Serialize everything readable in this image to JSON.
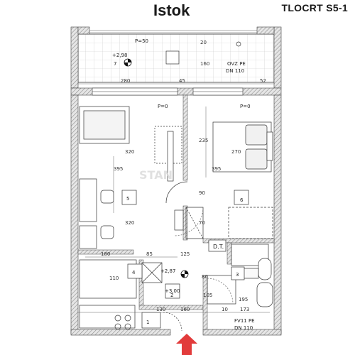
{
  "header": {
    "title": "Istok",
    "code": "TLOCRT S5-1"
  },
  "watermark": "STAN",
  "labels": {
    "balcony_area": "P=50",
    "living_area": "P=0",
    "bedroom_area": "P=0",
    "level_main": "+2,87",
    "level_terrace": "+2,98",
    "level_lower": "+3,00",
    "dt": "D.T.",
    "dn110_top": "DN 110",
    "ovz_pe": "OVZ PE",
    "fv_pe": "FV11 PE",
    "dn110_bottom": "DN 110",
    "r1": "1",
    "r2": "2",
    "r3": "3",
    "r4": "4",
    "r5": "5",
    "r6": "6",
    "r7": "7"
  },
  "dims": {
    "d280": "280",
    "d45": "45",
    "d160": "160",
    "d160b": "160",
    "d235": "235",
    "d270": "270",
    "d395": "395",
    "d395b": "395",
    "d320a": "320",
    "d320b": "320",
    "d90": "90",
    "d70": "70",
    "d85": "85",
    "d125": "125",
    "d180": "180",
    "d110": "110",
    "d80": "80",
    "d105": "105",
    "d195": "195",
    "d173": "173",
    "d10": "10",
    "d130": "130",
    "d20": "20",
    "d52": "52"
  },
  "colors": {
    "wall": "#7a7a7a",
    "wall_hatch": "#b0b0b0",
    "line": "#333333",
    "arrow": "#e23b3b",
    "level_marker": "#111111"
  }
}
